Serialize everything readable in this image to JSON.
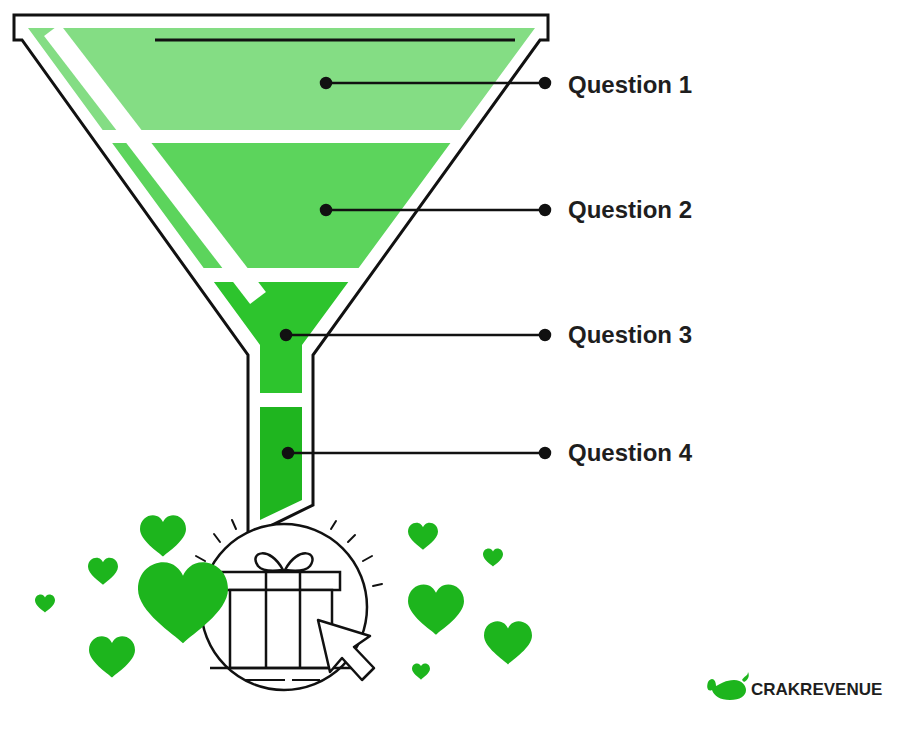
{
  "diagram": {
    "labels": [
      "Question 1",
      "Question 2",
      "Question 3",
      "Question 4",
      "CRAKREVENUE"
    ]
  }
}
